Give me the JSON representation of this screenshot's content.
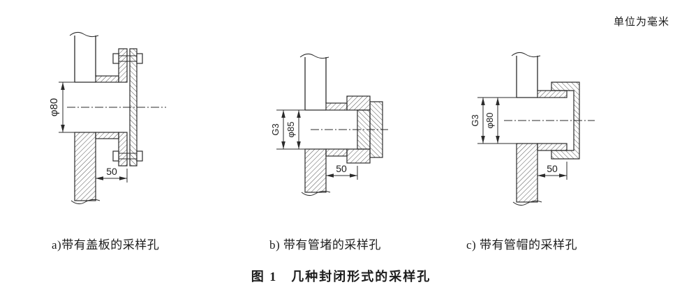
{
  "units_note": "单位为毫米",
  "figures": [
    {
      "label": "a)带有盖板的采样孔",
      "dims": {
        "diameter": "φ80",
        "length": "50"
      }
    },
    {
      "label": "b) 带有管堵的采样孔",
      "dims": {
        "thread": "G3",
        "diameter": "φ85",
        "length": "50"
      }
    },
    {
      "label": "c) 带有管帽的采样孔",
      "dims": {
        "thread": "G3",
        "diameter": "φ80",
        "length": "50"
      }
    }
  ],
  "caption": "图 1　几种封闭形式的采样孔"
}
